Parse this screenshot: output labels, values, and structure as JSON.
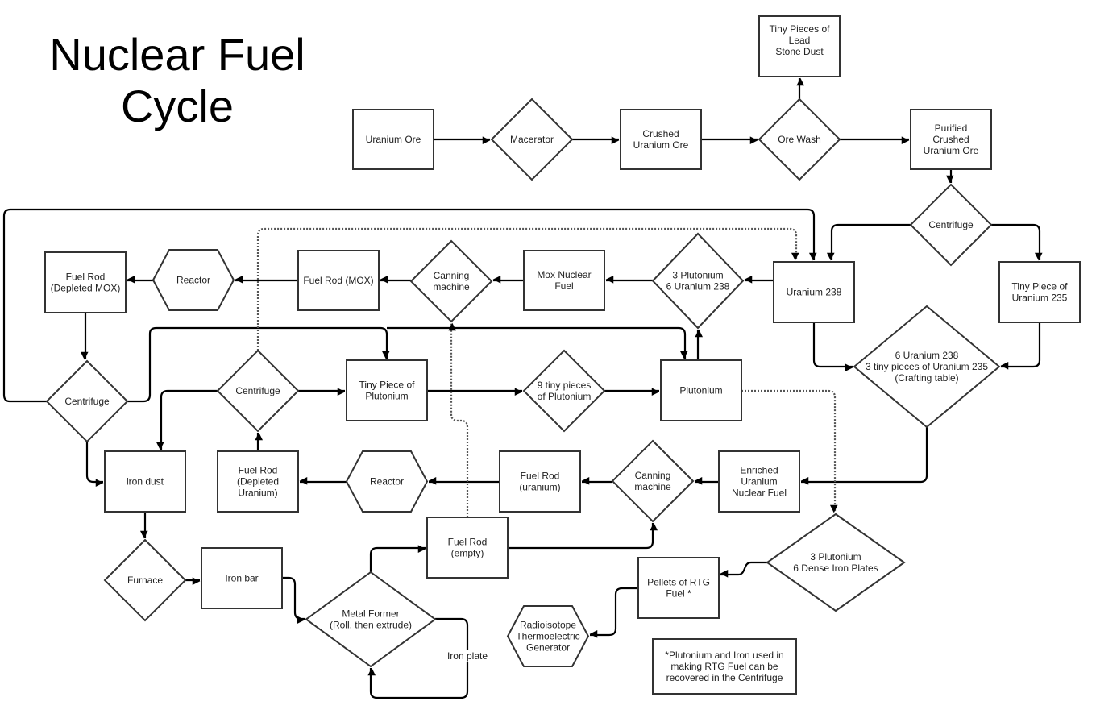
{
  "title": "Nuclear Fuel Cycle",
  "nodes": [
    {
      "id": "uranium-ore",
      "shape": "rect",
      "lines": [
        "Uranium Ore"
      ]
    },
    {
      "id": "macerator",
      "shape": "diamond",
      "lines": [
        "Macerator"
      ]
    },
    {
      "id": "crushed-uranium-ore",
      "shape": "rect",
      "lines": [
        "Crushed",
        "Uranium Ore"
      ]
    },
    {
      "id": "ore-wash",
      "shape": "diamond",
      "lines": [
        "Ore Wash"
      ]
    },
    {
      "id": "tiny-lead-stone",
      "shape": "rect",
      "lines": [
        "Tiny Pieces of",
        "Lead",
        "Stone Dust"
      ]
    },
    {
      "id": "purified-crushed-uranium-ore",
      "shape": "rect",
      "lines": [
        "Purified",
        "Crushed",
        "Uranium Ore"
      ]
    },
    {
      "id": "centrifuge-top",
      "shape": "diamond",
      "lines": [
        "Centrifuge"
      ]
    },
    {
      "id": "uranium-238",
      "shape": "rect",
      "lines": [
        "Uranium 238"
      ]
    },
    {
      "id": "tiny-uranium-235",
      "shape": "rect",
      "lines": [
        "Tiny Piece of",
        "Uranium 235"
      ]
    },
    {
      "id": "crafting-enriched",
      "shape": "diamond",
      "lines": [
        "6 Uranium 238",
        "3 tiny pieces of Uranium 235",
        "(Crafting table)"
      ]
    },
    {
      "id": "mox-recipe",
      "shape": "diamond",
      "lines": [
        "3 Plutonium",
        "6 Uranium 238"
      ]
    },
    {
      "id": "mox-nuclear-fuel",
      "shape": "rect",
      "lines": [
        "Mox Nuclear",
        "Fuel"
      ]
    },
    {
      "id": "canning-mox",
      "shape": "diamond",
      "lines": [
        "Canning",
        "machine"
      ]
    },
    {
      "id": "fuel-rod-mox",
      "shape": "rect",
      "lines": [
        "Fuel Rod (MOX)"
      ]
    },
    {
      "id": "reactor-mox",
      "shape": "hexagon",
      "lines": [
        "Reactor"
      ]
    },
    {
      "id": "fuel-rod-depleted-mox",
      "shape": "rect",
      "lines": [
        "Fuel Rod",
        "(Depleted MOX)"
      ]
    },
    {
      "id": "centrifuge-left",
      "shape": "diamond",
      "lines": [
        "Centrifuge"
      ]
    },
    {
      "id": "centrifuge-mid",
      "shape": "diamond",
      "lines": [
        "Centrifuge"
      ]
    },
    {
      "id": "tiny-plutonium",
      "shape": "rect",
      "lines": [
        "Tiny Piece of",
        "Plutonium"
      ]
    },
    {
      "id": "nine-tiny-plutonium",
      "shape": "diamond",
      "lines": [
        "9 tiny pieces",
        "of Plutonium"
      ]
    },
    {
      "id": "plutonium",
      "shape": "rect",
      "lines": [
        "Plutonium"
      ]
    },
    {
      "id": "iron-dust",
      "shape": "rect",
      "lines": [
        "iron dust"
      ]
    },
    {
      "id": "fuel-rod-depleted-uranium",
      "shape": "rect",
      "lines": [
        "Fuel Rod",
        "(Depleted",
        "Uranium)"
      ]
    },
    {
      "id": "reactor-uranium",
      "shape": "hexagon",
      "lines": [
        "Reactor"
      ]
    },
    {
      "id": "fuel-rod-uranium",
      "shape": "rect",
      "lines": [
        "Fuel Rod",
        "(uranium)"
      ]
    },
    {
      "id": "canning-uranium",
      "shape": "diamond",
      "lines": [
        "Canning",
        "machine"
      ]
    },
    {
      "id": "enriched-uranium-fuel",
      "shape": "rect",
      "lines": [
        "Enriched",
        "Uranium",
        "Nuclear Fuel"
      ]
    },
    {
      "id": "furnace",
      "shape": "diamond",
      "lines": [
        "Furnace"
      ]
    },
    {
      "id": "iron-bar",
      "shape": "rect",
      "lines": [
        "Iron bar"
      ]
    },
    {
      "id": "metal-former",
      "shape": "diamond",
      "lines": [
        "Metal Former",
        "(Roll, then extrude)"
      ]
    },
    {
      "id": "fuel-rod-empty",
      "shape": "rect",
      "lines": [
        "Fuel Rod",
        "(empty)"
      ]
    },
    {
      "id": "rtg-recipe",
      "shape": "diamond",
      "lines": [
        "3 Plutonium",
        "6 Dense Iron Plates"
      ]
    },
    {
      "id": "rtg-pellets",
      "shape": "rect",
      "lines": [
        "Pellets of RTG",
        "Fuel *"
      ]
    },
    {
      "id": "rtg-generator",
      "shape": "hexagon",
      "lines": [
        "Radioisotope",
        "Thermoelectric",
        "Generator"
      ]
    },
    {
      "id": "rtg-note",
      "shape": "rect",
      "lines": [
        "*Plutonium and Iron used in",
        "making RTG Fuel can be",
        "recovered in the Centrifuge"
      ]
    }
  ],
  "edge_labels": {
    "iron_plate": "Iron plate"
  },
  "edges": [
    {
      "from": "uranium-ore",
      "to": "macerator"
    },
    {
      "from": "macerator",
      "to": "crushed-uranium-ore"
    },
    {
      "from": "crushed-uranium-ore",
      "to": "ore-wash"
    },
    {
      "from": "ore-wash",
      "to": "tiny-lead-stone"
    },
    {
      "from": "ore-wash",
      "to": "purified-crushed-uranium-ore"
    },
    {
      "from": "purified-crushed-uranium-ore",
      "to": "centrifuge-top"
    },
    {
      "from": "centrifuge-top",
      "to": "uranium-238"
    },
    {
      "from": "centrifuge-top",
      "to": "tiny-uranium-235"
    },
    {
      "from": "uranium-238",
      "to": "crafting-enriched"
    },
    {
      "from": "tiny-uranium-235",
      "to": "crafting-enriched"
    },
    {
      "from": "crafting-enriched",
      "to": "enriched-uranium-fuel"
    },
    {
      "from": "uranium-238",
      "to": "mox-recipe"
    },
    {
      "from": "plutonium",
      "to": "mox-recipe"
    },
    {
      "from": "mox-recipe",
      "to": "mox-nuclear-fuel"
    },
    {
      "from": "mox-nuclear-fuel",
      "to": "canning-mox"
    },
    {
      "from": "canning-mox",
      "to": "fuel-rod-mox"
    },
    {
      "from": "fuel-rod-mox",
      "to": "reactor-mox"
    },
    {
      "from": "reactor-mox",
      "to": "fuel-rod-depleted-mox"
    },
    {
      "from": "fuel-rod-depleted-mox",
      "to": "centrifuge-left"
    },
    {
      "from": "centrifuge-left",
      "to": "uranium-238"
    },
    {
      "from": "centrifuge-left",
      "to": "tiny-plutonium"
    },
    {
      "from": "centrifuge-left",
      "to": "plutonium"
    },
    {
      "from": "centrifuge-left",
      "to": "iron-dust"
    },
    {
      "from": "centrifuge-mid",
      "to": "uranium-238",
      "style": "dotted"
    },
    {
      "from": "centrifuge-mid",
      "to": "tiny-plutonium"
    },
    {
      "from": "centrifuge-mid",
      "to": "iron-dust"
    },
    {
      "from": "tiny-plutonium",
      "to": "nine-tiny-plutonium"
    },
    {
      "from": "nine-tiny-plutonium",
      "to": "plutonium"
    },
    {
      "from": "plutonium",
      "to": "rtg-recipe",
      "style": "dotted"
    },
    {
      "from": "enriched-uranium-fuel",
      "to": "canning-uranium"
    },
    {
      "from": "canning-uranium",
      "to": "fuel-rod-uranium"
    },
    {
      "from": "fuel-rod-uranium",
      "to": "reactor-uranium"
    },
    {
      "from": "reactor-uranium",
      "to": "fuel-rod-depleted-uranium"
    },
    {
      "from": "fuel-rod-depleted-uranium",
      "to": "centrifuge-mid"
    },
    {
      "from": "iron-dust",
      "to": "furnace"
    },
    {
      "from": "furnace",
      "to": "iron-bar"
    },
    {
      "from": "iron-bar",
      "to": "metal-former"
    },
    {
      "from": "metal-former",
      "to": "metal-former",
      "label": "Iron plate"
    },
    {
      "from": "metal-former",
      "to": "fuel-rod-empty"
    },
    {
      "from": "fuel-rod-empty",
      "to": "canning-uranium"
    },
    {
      "from": "fuel-rod-empty",
      "to": "canning-mox",
      "style": "dotted"
    },
    {
      "from": "rtg-recipe",
      "to": "rtg-pellets"
    },
    {
      "from": "rtg-pellets",
      "to": "rtg-generator"
    }
  ]
}
